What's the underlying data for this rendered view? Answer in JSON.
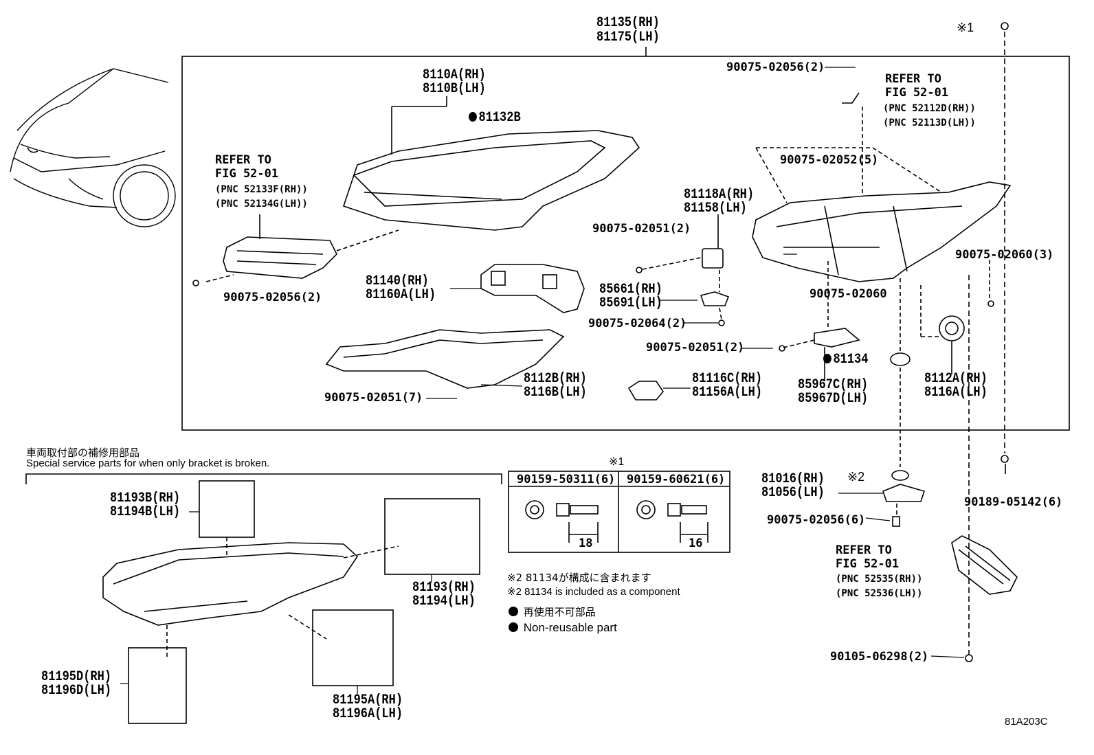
{
  "assembly": {
    "rh": "81135(RH)",
    "lh": "81175(LH)"
  },
  "lens": {
    "rh": "8110A(RH)",
    "lh": "8110B(LH)",
    "seal": "81132B"
  },
  "refer_left": {
    "title": "REFER TO",
    "fig": "FIG 52-01",
    "pnc_rh": "(PNC 52133F(RH))",
    "pnc_lh": "(PNC 52134G(LH))"
  },
  "refer_top": {
    "title": "REFER TO",
    "fig": "FIG 52-01",
    "pnc_rh": "(PNC 52112D(RH))",
    "pnc_lh": "(PNC 52113D(LH))"
  },
  "refer_bottom": {
    "title": "REFER TO",
    "fig": "FIG 52-01",
    "pnc_rh": "(PNC 52535(RH))",
    "pnc_lh": "(PNC 52536(LH))"
  },
  "parts": {
    "p90075_02056_2_top": "90075-02056(2)",
    "p90075_02052_5": "90075-02052(5)",
    "p81118": {
      "rh": "81118A(RH)",
      "lh": "81158(LH)"
    },
    "p90075_02051_2_a": "90075-02051(2)",
    "p90075_02060_3": "90075-02060(3)",
    "p90075_02056_2_left": "90075-02056(2)",
    "p81140": {
      "rh": "81140(RH)",
      "lh": "81160A(LH)"
    },
    "p85661": {
      "rh": "85661(RH)",
      "lh": "85691(LH)"
    },
    "p90075_02060": "90075-02060",
    "p90075_02064_2": "90075-02064(2)",
    "p90075_02051_2_b": "90075-02051(2)",
    "p81134": "81134",
    "p8112B": {
      "rh": "8112B(RH)",
      "lh": "8116B(LH)"
    },
    "p81116": {
      "rh": "81116C(RH)",
      "lh": "81156A(LH)"
    },
    "p85967": {
      "rh": "85967C(RH)",
      "lh": "85967D(LH)"
    },
    "p8112A": {
      "rh": "8112A(RH)",
      "lh": "8116A(LH)"
    },
    "p90075_02051_7": "90075-02051(7)",
    "p81016": {
      "rh": "81016(RH)",
      "lh": "81056(LH)"
    },
    "p90075_02056_6": "90075-02056(6)",
    "p90189_05142_6": "90189-05142(6)",
    "p90105_06298_2": "90105-06298(2)",
    "p81193B": {
      "rh": "81193B(RH)",
      "lh": "81194B(LH)"
    },
    "p81193": {
      "rh": "81193(RH)",
      "lh": "81194(LH)"
    },
    "p81195D": {
      "rh": "81195D(RH)",
      "lh": "81196D(LH)"
    },
    "p81195A": {
      "rh": "81195A(RH)",
      "lh": "81196A(LH)"
    }
  },
  "marks": {
    "note1": "※1",
    "note2": "※2"
  },
  "special": {
    "jp": "車両取付部の補修用部品",
    "en": "Special service parts for when only bracket is broken."
  },
  "bolt_table": {
    "mark": "※1",
    "col1": "90159-50311(6)",
    "col2": "90159-60621(6)",
    "len1": "18",
    "len2": "16"
  },
  "notes": {
    "n2_jp": "※2 81134が構成に含まれます",
    "n2_en": "※2 81134 is included as a component",
    "nr_jp": "再使用不可部品",
    "nr_en": "Non-reusable part"
  },
  "figure_id": "81A203C"
}
